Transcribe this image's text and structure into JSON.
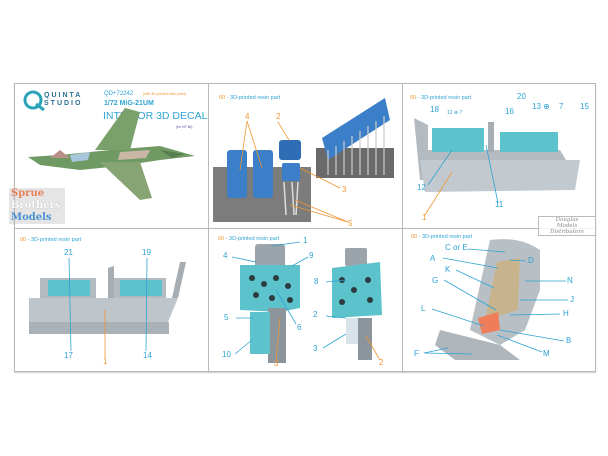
{
  "brand": {
    "logo_text": "QUINTA STUDIO",
    "line1": "QUINTA",
    "line2": "STUDIO"
  },
  "product": {
    "code": "QD+72242",
    "note": "(with 3D-printed resin parts)",
    "scale_model": "1/72 MiG-21UM",
    "title": "INTERIOR 3D DECAL",
    "kit": "(for KP kit)"
  },
  "colors": {
    "label_cyan": "#2ea3d3",
    "label_orange": "#ef9632",
    "panel_teal": "#5cc3cc",
    "resin_blue": "#3a7fc8",
    "resin_gray": "#b8c0c6"
  },
  "panels": [
    {
      "header_num": "00",
      "header_text": " - 3D-printed resin part",
      "labels": [
        "4",
        "2",
        "3",
        "5"
      ]
    },
    {
      "header_num": "00",
      "header_text": " - 3D-printed resin part",
      "labels": [
        "18",
        "12 ⊕ 7",
        "16",
        "20",
        "13 ⊕",
        "7",
        "15",
        "12",
        "11",
        "1"
      ]
    },
    {
      "header_num": "00",
      "header_text": " - 3D-printed resin part",
      "labels": [
        "21",
        "19",
        "17",
        "1",
        "14"
      ]
    },
    {
      "header_num": "00",
      "header_text": " - 3D-printed resin part",
      "labels": [
        "1",
        "4",
        "9",
        "8",
        "5",
        "6",
        "2",
        "10",
        "3",
        "3",
        "2"
      ]
    },
    {
      "header_num": "00",
      "header_text": " - 3D-printed resin part",
      "labels": [
        "C or E",
        "A",
        "D",
        "K",
        "N",
        "G",
        "J",
        "L",
        "H",
        "B",
        "F",
        "M"
      ]
    }
  ],
  "watermarks": {
    "left": [
      "Sprue",
      "Brothers",
      "Models"
    ],
    "right": [
      "Douglas",
      "Models",
      "Distributors"
    ]
  }
}
